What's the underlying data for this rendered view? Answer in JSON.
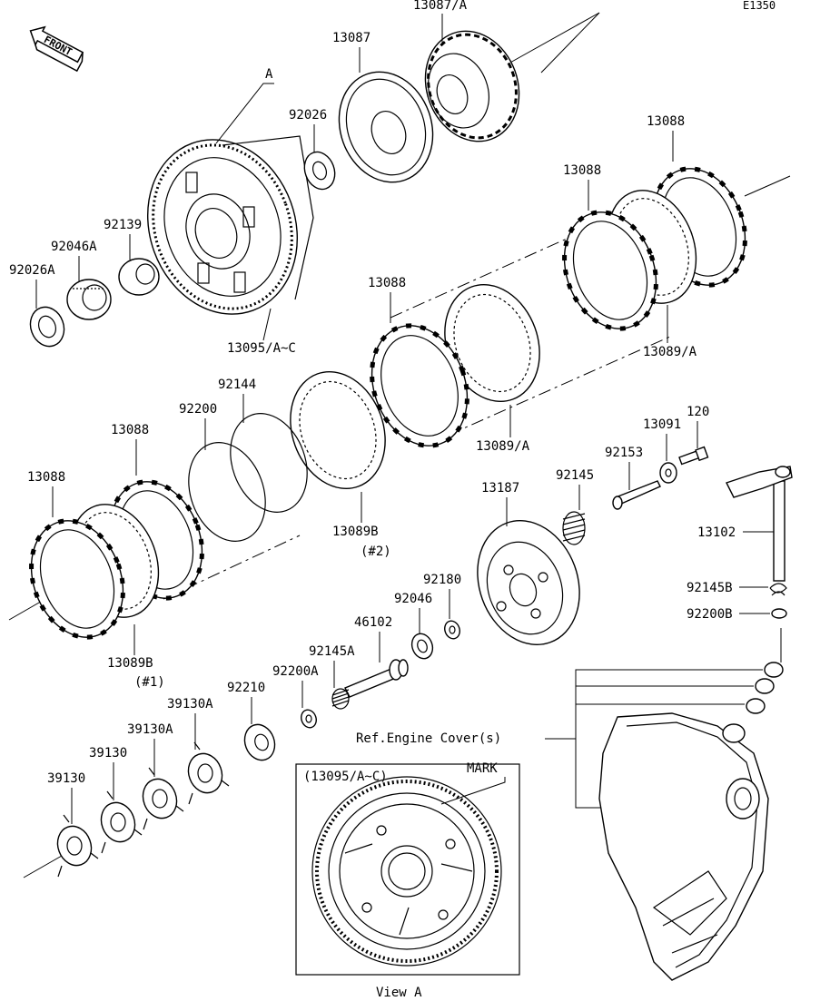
{
  "diagram": {
    "figure_code": "E1350",
    "front_arrow": "FRONT",
    "labels": {
      "ref_a": "A",
      "p13087a": "13087/A",
      "p13087": "13087",
      "p92026": "92026",
      "p13088_top_right": "13088",
      "p13088_mid_right": "13088",
      "p13089a_right": "13089/A",
      "p92139": "92139",
      "p92046a": "92046A",
      "p92026a": "92026A",
      "p13095": "13095/A~C",
      "p13088_center": "13088",
      "p13089a_center": "13089/A",
      "p92144": "92144",
      "p92200": "92200",
      "p13088_left_upper": "13088",
      "p13088_left": "13088",
      "p13089b_mid": "13089B",
      "p13089b_mid_note": "(#2)",
      "p13089b_left": "13089B",
      "p13089b_left_note": "(#1)",
      "p120": "120",
      "p13091": "13091",
      "p92153": "92153",
      "p92145": "92145",
      "p13187": "13187",
      "p13102": "13102",
      "p92145b": "92145B",
      "p92200b": "92200B",
      "p92180": "92180",
      "p92046": "92046",
      "p46102": "46102",
      "p92145a": "92145A",
      "p92200a": "92200A",
      "p92210": "92210",
      "p39130a_upper": "39130A",
      "p39130a_lower": "39130A",
      "p39130_upper": "39130",
      "p39130_lower": "39130",
      "ref_engine_cover": "Ref.Engine Cover(s)",
      "inset_title": "(13095/A~C)",
      "inset_mark": "MARK",
      "view_a": "View A"
    }
  }
}
